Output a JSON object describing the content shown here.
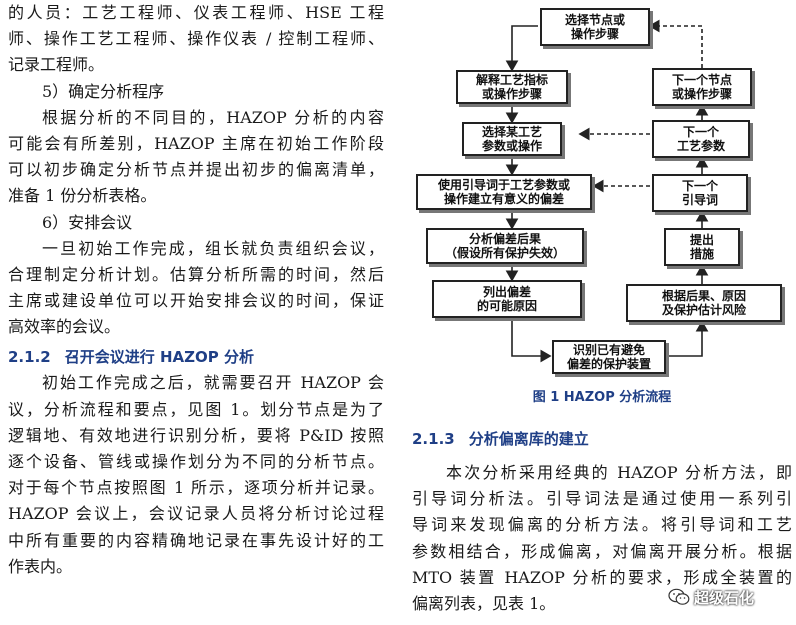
{
  "left_column": {
    "lines": [
      {
        "text": "的人员：工艺工程师、仪表工程师、HSE 工程",
        "style": "just"
      },
      {
        "text": "师、操作工艺工程师、操作仪表 / 控制工程师、",
        "style": "just"
      },
      {
        "text": "记录工程师。",
        "style": ""
      },
      {
        "text": "5）确定分析程序",
        "style": "indent"
      },
      {
        "text": "根据分析的不同目的，HAZOP 分析的内容",
        "style": "indent just"
      },
      {
        "text": "可能会有所差别，HAZOP 主席在初始工作阶段",
        "style": "just"
      },
      {
        "text": "可以初步确定分析节点并提出初步的偏离清单，",
        "style": "just"
      },
      {
        "text": "准备 1 份分析表格。",
        "style": ""
      },
      {
        "text": "6）安排会议",
        "style": "indent"
      },
      {
        "text": "一旦初始工作完成，组长就负责组织会议，",
        "style": "indent just"
      },
      {
        "text": "合理制定分析计划。估算分析所需的时间，然后",
        "style": "just"
      },
      {
        "text": "主席或建设单位可以开始安排会议的时间，保证",
        "style": "just"
      },
      {
        "text": "高效率的会议。",
        "style": ""
      }
    ],
    "section_heading": {
      "number": "2.1.2",
      "title": "召开会议进行 HAZOP 分析"
    },
    "lines2": [
      {
        "text": "初始工作完成之后，就需要召开 HAZOP 会",
        "style": "indent just"
      },
      {
        "text": "议，分析流程和要点，见图 1。划分节点是为了",
        "style": "just"
      },
      {
        "text": "逻辑地、有效地进行识别分析，要将 P&ID 按照",
        "style": "just"
      },
      {
        "text": "逐个设备、管线或操作划分为不同的分析节点。",
        "style": "just"
      },
      {
        "text": "对于每个节点按照图 1 所示，逐项分析并记录。",
        "style": "just"
      },
      {
        "text": "HAZOP 会议上，会议记录人员将分析讨论过程",
        "style": "just"
      },
      {
        "text": "中所有重要的内容精确地记录在事先设计好的工",
        "style": "just"
      },
      {
        "text": "作表内。",
        "style": ""
      }
    ]
  },
  "flowchart": {
    "boxes": [
      {
        "name": "box-select-node",
        "text": "选择节点或\n操作步骤"
      },
      {
        "name": "box-explain-intent",
        "text": "解释工艺指标\n或操作步骤"
      },
      {
        "name": "box-select-parameter",
        "text": "选择某工艺\n参数或操作"
      },
      {
        "name": "box-apply-guideword",
        "text": "使用引导词于工艺参数或\n操作建立有意义的偏差"
      },
      {
        "name": "box-analyze-consequence",
        "text": "分析偏差后果\n（假设所有保护失效）"
      },
      {
        "name": "box-list-causes",
        "text": "列出偏差\n的可能原因"
      },
      {
        "name": "box-identify-safeguards",
        "text": "识别已有避免\n偏差的保护装置"
      },
      {
        "name": "box-assess-risk",
        "text": "根据后果、原因\n及保护估计风险"
      },
      {
        "name": "box-propose-measures",
        "text": "提出\n措施"
      },
      {
        "name": "box-next-guideword",
        "text": "下一个\n引导词"
      },
      {
        "name": "box-next-parameter",
        "text": "下一个\n工艺参数"
      },
      {
        "name": "box-next-node",
        "text": "下一个节点\n或操作步骤"
      }
    ],
    "caption": "图 1 HAZOP 分析流程"
  },
  "right_column": {
    "section_heading": {
      "number": "2.1.3",
      "title": "分析偏离库的建立"
    },
    "lines": [
      {
        "text": "本次分析采用经典的 HAZOP 分析方法，即",
        "style": "indent just"
      },
      {
        "text": "引导词分析法。引导词法是通过使用一系列引",
        "style": "just"
      },
      {
        "text": "导词来发现偏离的分析方法。将引导词和工艺",
        "style": "just"
      },
      {
        "text": "参数相结合，形成偏离，对偏离开展分析。根据",
        "style": "just"
      },
      {
        "text": "MTO 装置 HAZOP 分析的要求，形成全装置的",
        "style": "just"
      },
      {
        "text": "偏离列表，见表 1。",
        "style": ""
      }
    ]
  },
  "watermark": {
    "icon": "wechat-icon",
    "text": "超级石化"
  }
}
